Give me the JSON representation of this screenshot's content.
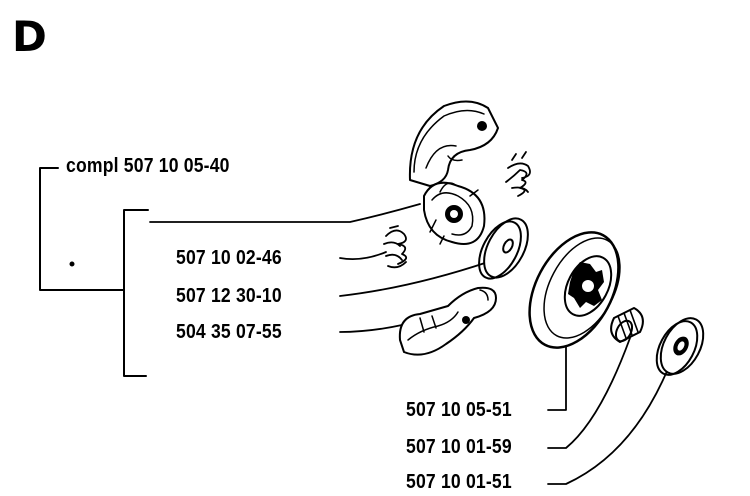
{
  "section": "D",
  "assembly": {
    "label": "compl 507 10 05-40"
  },
  "parts": [
    {
      "id": "drum-hub",
      "number": "507 10 02-46"
    },
    {
      "id": "washer",
      "number": "507 12 30-10"
    },
    {
      "id": "clutch-shoe",
      "number": "504 35 07-55"
    },
    {
      "id": "clutch-drum",
      "number": "507 10 05-51"
    },
    {
      "id": "needle-bearing",
      "number": "507 10 01-59"
    },
    {
      "id": "end-washer",
      "number": "507 10 01-51"
    }
  ],
  "colors": {
    "ink": "#000000",
    "paper": "#ffffff"
  }
}
